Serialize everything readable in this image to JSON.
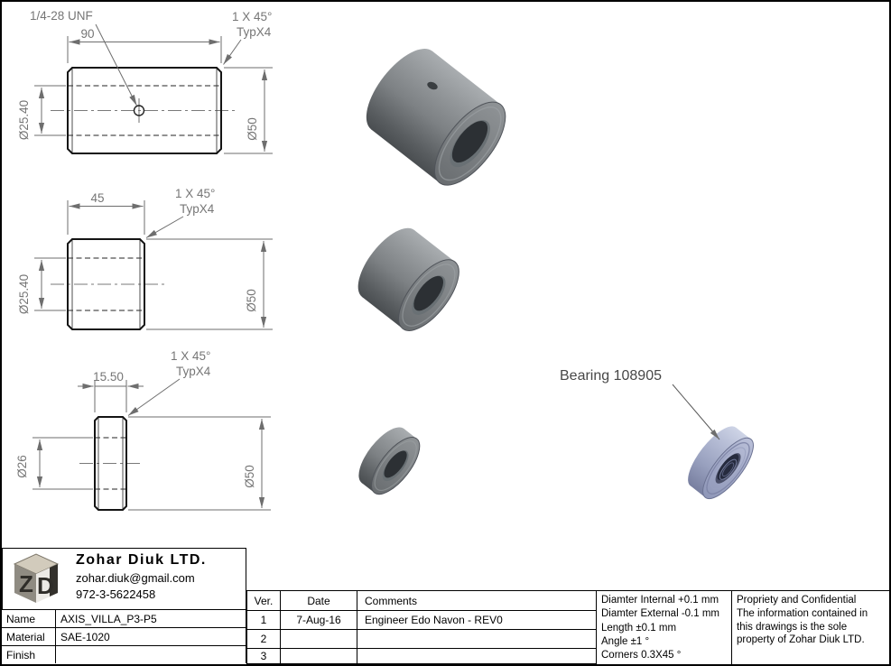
{
  "colors": {
    "part_gray": "#7d8184",
    "bearing_blue": "#aab1cc",
    "dim_text": "#767676",
    "line_black": "#141414"
  },
  "annotations": {
    "bearing_label": "Bearing 108905",
    "chamfer_note_line1": "1 X 45°",
    "chamfer_note_line2": "TypX4"
  },
  "views": {
    "front": {
      "thread_callout": "1/4-28 UNF",
      "length": "90",
      "inner_dia": "Ø25.40",
      "outer_dia": "Ø50"
    },
    "middle": {
      "length": "45",
      "inner_dia": "Ø25.40",
      "outer_dia": "Ø50"
    },
    "small": {
      "length": "15.50",
      "inner_dia": "Ø26",
      "outer_dia": "Ø50"
    }
  },
  "title_block": {
    "logo": {
      "left": "Z",
      "right": "D"
    },
    "company": "Zohar Diuk LTD.",
    "email": "zohar.diuk@gmail.com",
    "phone": "972-3-5622458",
    "fields": [
      {
        "label": "Name",
        "value": "AXIS_VILLA_P3-P5"
      },
      {
        "label": "Material",
        "value": "SAE-1020"
      },
      {
        "label": "Finish",
        "value": ""
      }
    ],
    "revisions": {
      "headers": [
        "Ver.",
        "Date",
        "Comments"
      ],
      "rows": [
        {
          "ver": "1",
          "date": "7-Aug-16",
          "comments": "Engineer Edo Navon - REV0"
        },
        {
          "ver": "2",
          "date": "",
          "comments": ""
        },
        {
          "ver": "3",
          "date": "",
          "comments": ""
        }
      ]
    },
    "tolerances": [
      "Diamter Internal +0.1 mm",
      "Diamter External -0.1 mm",
      "Length ±0.1 mm",
      "Angle ±1 °",
      "Corners 0.3X45 °"
    ],
    "confidential": {
      "title": "Propriety and Confidential",
      "body": "The information contained in this drawings is the sole property of Zohar Diuk LTD."
    }
  }
}
